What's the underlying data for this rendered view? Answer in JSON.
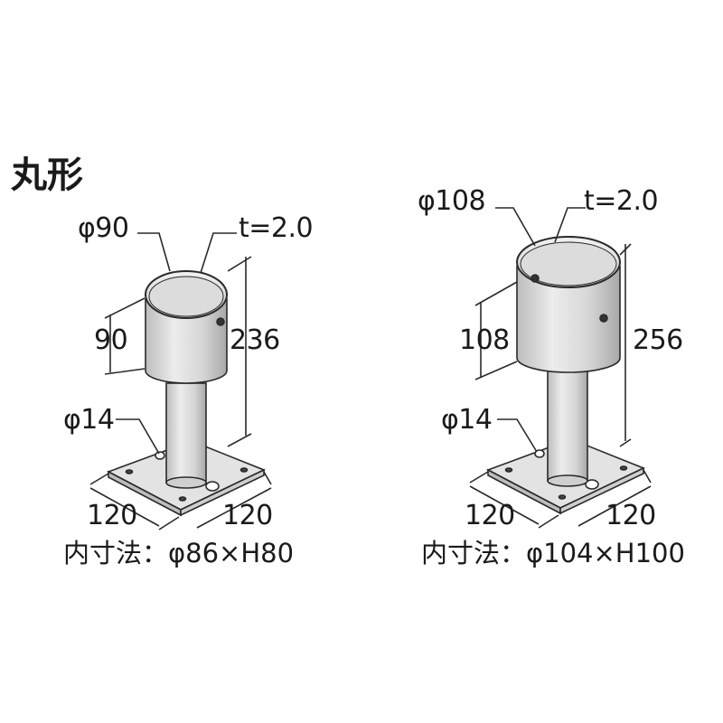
{
  "title": "丸形",
  "variants": [
    {
      "top_diameter": "φ90",
      "thickness": "t=2.0",
      "cup_height": "90",
      "total_height": "236",
      "hole_diameter": "φ14",
      "base_width_left": "120",
      "base_width_right": "120",
      "inner_dimension": "内寸法：φ86×H80"
    },
    {
      "top_diameter": "φ108",
      "thickness": "t=2.0",
      "cup_height": "108",
      "total_height": "256",
      "hole_diameter": "φ14",
      "base_width_left": "120",
      "base_width_right": "120",
      "inner_dimension": "内寸法：φ104×H100"
    }
  ],
  "colors": {
    "line": "#2a2a2a",
    "metal_light": "#ececec",
    "metal_mid": "#cfcfcf",
    "metal_dark": "#a9a9a9",
    "plate": "#e3e3e3"
  }
}
